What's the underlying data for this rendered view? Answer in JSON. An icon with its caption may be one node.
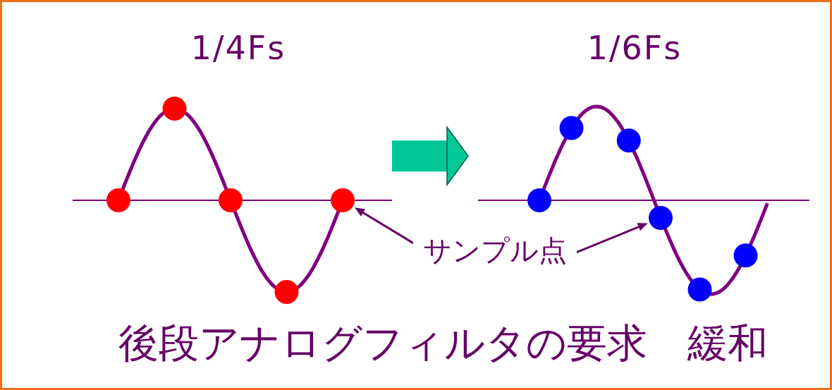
{
  "diagram": {
    "nodes": [
      {
        "text": [
          "1/4Fs"
        ]
      },
      {
        "text": [
          "1/6Fs"
        ]
      },
      {
        "text": [
          "サンプル点"
        ]
      },
      {
        "text": [],
        "shape": "circle",
        "in": 0
      },
      {
        "text": [],
        "shape": "circle",
        "in": 1
      }
    ],
    "edges": [
      {
        "from": 0,
        "to": 1,
        "arrow": "to",
        "style": "thick",
        "color": "#00c896"
      },
      {
        "from": 2,
        "to": 3,
        "arrow": "to"
      },
      {
        "from": 2,
        "to": 4,
        "arrow": "to"
      }
    ],
    "labels": [
      "後段アナログフィルタの要求　緩和"
    ]
  }
}
